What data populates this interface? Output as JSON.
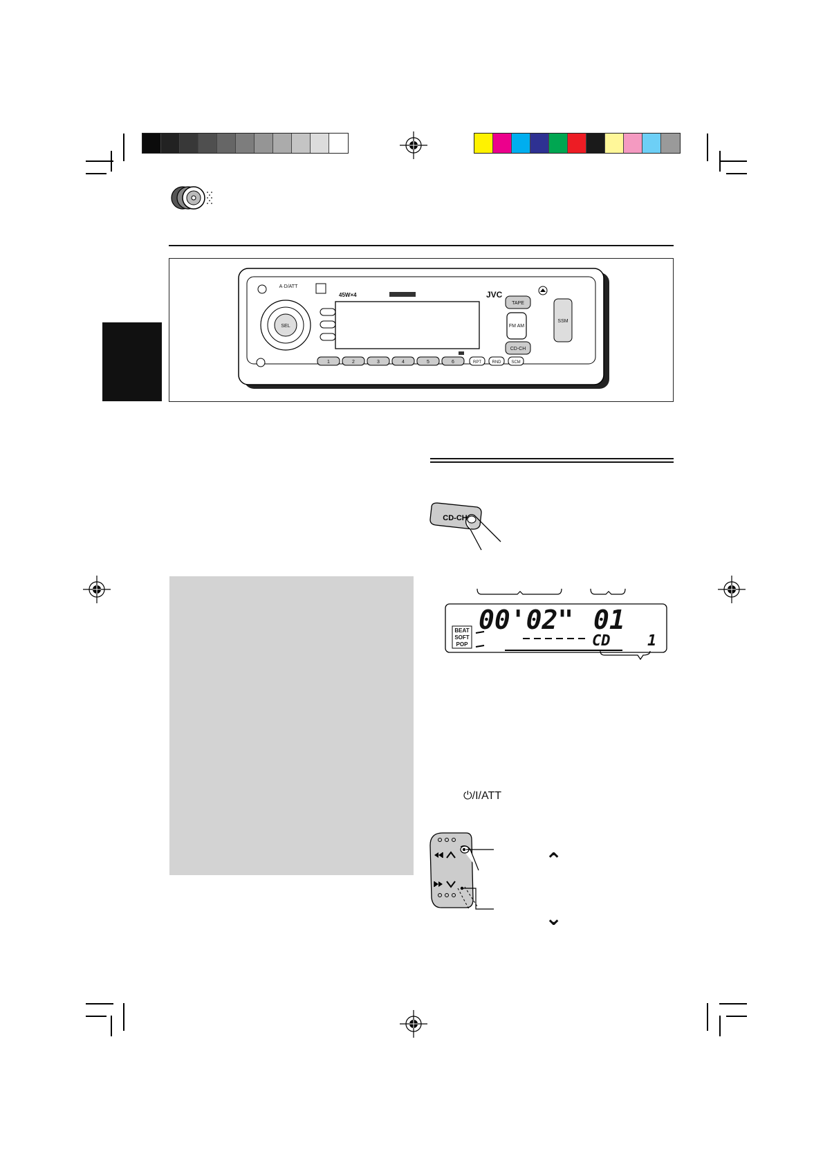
{
  "color_bars": {
    "grayscale": [
      "#0b0b0b",
      "#222222",
      "#383838",
      "#4f4f4f",
      "#666666",
      "#7d7d7d",
      "#959595",
      "#ababab",
      "#c4c4c4",
      "#dcdcdc",
      "#ffffff"
    ],
    "colors": [
      "#fff200",
      "#ec008c",
      "#00aeef",
      "#2e3192",
      "#00a651",
      "#ed1c24",
      "#1a1a1a",
      "#fff799",
      "#f49ac1",
      "#6dcff6",
      "#9a9a9a"
    ]
  },
  "unit": {
    "brand": "JVC",
    "power_label": "A·D/ATT",
    "output_label": "45W×4",
    "sel_label": "SEL",
    "preset_buttons": [
      "1",
      "2",
      "3",
      "4",
      "5",
      "6"
    ],
    "mode_buttons": [
      "RPT",
      "RND",
      "SCM"
    ],
    "band_button": "FM AM",
    "tape_button": "TAPE",
    "cdch_button": "CD-CH",
    "ssm_label": "SSM"
  },
  "cdch_key_label": "CD-CH",
  "lcd": {
    "time": "00'02\"",
    "track": "01",
    "source": "CD",
    "disc": "1",
    "sound_modes": [
      "BEAT",
      "SOFT",
      "POP"
    ]
  },
  "power_att_label": "⏻/I/ATT",
  "arrow_up": "⌃",
  "arrow_down": "⌄",
  "colors": {
    "gray_box": "#d3d3d3",
    "black_tab": "#111111"
  }
}
